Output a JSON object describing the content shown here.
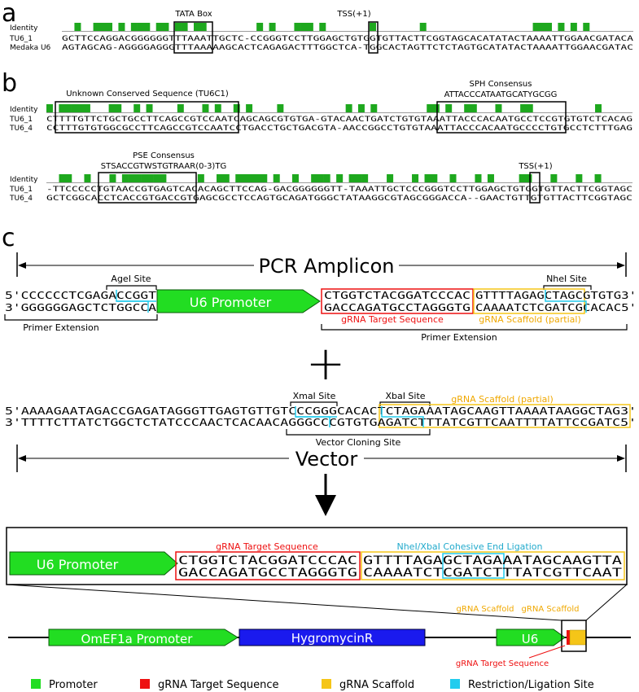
{
  "panel_a": {
    "label": "a",
    "identity_label": "Identity",
    "box_tata": "TATA Box",
    "box_tss": "TSS(+1)",
    "rows": [
      {
        "name": "TU6_1",
        "seq": "GCTTCCAGGACGGGGGGTTTAAATTGCTC-CCGGGTCCTTGGAGCTGTGGTGTTACTTCGGTAGCACATATACTAAAATTGGAACGATACA"
      },
      {
        "name": "Medaka U6",
        "seq": "AGTAGCAG-AGGGGAGGGTTTAAAAAGCACTCAGAGACTTTGGCTCA-TGGCACTAGTTCTCTAGTGCATATACTAAAATTGGAACGATAC"
      }
    ]
  },
  "panel_b": {
    "label": "b",
    "identity_label": "Identity",
    "box_unknown": "Unknown Conserved Sequence (TU6C1)",
    "box_sph_title": "SPH Consensus",
    "box_sph_seq": "ATTACCCATAATGCATYGCGG",
    "rows1": [
      {
        "name": "TU6_1",
        "seq": "CTTTTGTTCTGCTGCCTTCAGCCGTCCAATCAGCAGCGTGTGA-GTACAACTGATCTGTGTAAATTACCCACAATGCCTCCGTGTGTCTCACAG"
      },
      {
        "name": "TU6_4",
        "seq": "CCTTTGTGTGGCGCCTTCAGCCGTCCAATCCTGACCTGCTGACGTA-AACCGGCCTGTGTAAATTACCCACAATGCCCCTGTGCCTCTTTGAG"
      }
    ],
    "box_pse_title": "PSE Consensus",
    "box_pse_seq": "STSACCGTWSTGTRAAR(0-3)TG",
    "box_tss": "TSS(+1)",
    "rows2": [
      {
        "name": "TU6_1",
        "seq": "-TTCCCCCTGTAACCGTGAGTCACACAGCTTCCAG-GACGGGGGGTT-TAAATTGCTCCCGGGTCCTTGGAGCTGTGGTGTTACTTCGGTAGC"
      },
      {
        "name": "TU6_4",
        "seq": "GCTCGGCACCTCACCGTGACCGTGAGCGCCTCCAGTGCAGATGGGCTATAAGGCGTAGCGGGACCA--GAACTGTTGTGTTACTTCGGTAGC"
      }
    ]
  },
  "panel_c": {
    "label": "c",
    "pcr_amplicon": "PCR Amplicon",
    "agei_site": "AgeI Site",
    "nhei_site": "NheI Site",
    "amp_top_left": "5'CCCCCCTCGAGACCGGT",
    "amp_bot_left": "3'GGGGGGAGCTCTGGCCA",
    "u6_promoter": "U6 Promoter",
    "amp_top_target": "CTGGTCTACGGATCCCAC",
    "amp_bot_target": "GACCAGATGCCTAGGGTG",
    "amp_top_scaffold": "GTTTTAGAGCTAGCGTGTG3'",
    "amp_bot_scaffold": "CAAAATCTCGATCGCACAC5'",
    "grna_target_seq": "gRNA Target Sequence",
    "grna_scaffold_partial": "gRNA Scaffold (partial)",
    "primer_extension": "Primer Extension",
    "plus": "+",
    "xmai_site": "XmaI Site",
    "xbai_site": "XbaI Site",
    "vec_top": "5'AAAAGAATAGACCGAGATAGGGTTGAGTGTTGTCCCGGGCACACTCTAGAAATAGCAAGTTAAAATAAGGCTAG3'",
    "vec_bot": "3'TTTTCTTATCTGGCTCTATCCCAACTCACAACAGGGCCCGTGTGAGATCTTTATCGTTCAATTTTATTCCGATC5'",
    "vector_cloning_site": "Vector Cloning Site",
    "vector": "Vector",
    "final_u6": "U6 Promoter",
    "final_target_label": "gRNA Target Sequence",
    "final_lig_label": "NheI/XbaI Cohesive End Ligation",
    "final_top_target": "CTGGTCTACGGATCCCAC",
    "final_bot_target": "GACCAGATGCCTAGGGTG",
    "final_top_scaffold": "GTTTTAGAGCTAGAAATAGCAAGTTA",
    "final_bot_scaffold": "CAAAATCTCGATCTTTATCGTTCAAT",
    "map_omef1a": "OmEF1a Promoter",
    "map_hygro": "HygromycinR",
    "map_u6": "U6",
    "map_scaffold_label1": "gRNA Scaffold",
    "map_scaffold_label2": "gRNA Scaffold",
    "map_target_label": "gRNA Target Sequence"
  },
  "legend": [
    {
      "label": "Promoter",
      "color": "#22dd22"
    },
    {
      "label": "gRNA Target Sequence",
      "color": "#ee1111"
    },
    {
      "label": "gRNA Scaffold",
      "color": "#f5c518"
    },
    {
      "label": "Restriction/Ligation Site",
      "color": "#22ccee"
    }
  ],
  "colors": {
    "identity": "#1ea81e",
    "promoter": "#22dd22",
    "target": "#ee1111",
    "scaffold": "#f5c518",
    "site": "#22ccee",
    "hygro": "#1a1aee",
    "scaffold_text": "#f0a800"
  }
}
